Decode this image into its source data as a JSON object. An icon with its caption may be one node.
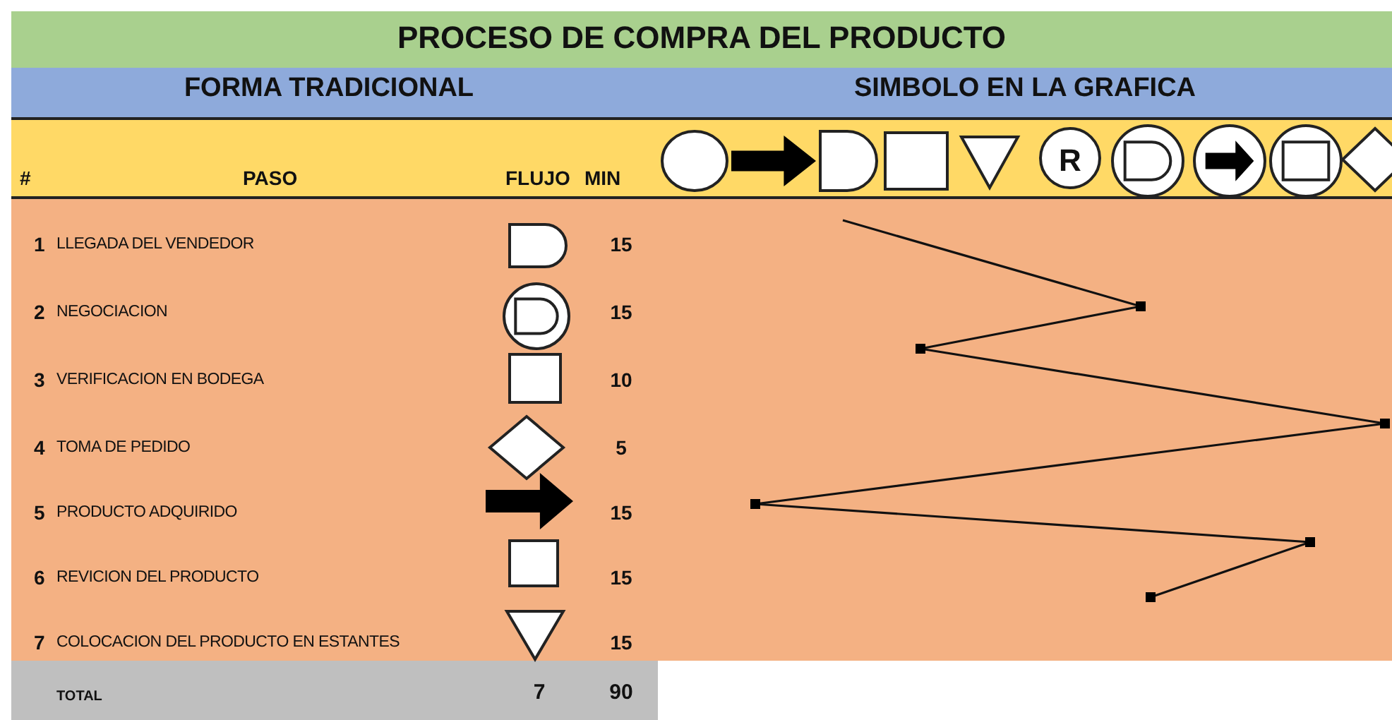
{
  "diagram": {
    "title": "PROCESO DE COMPRA DEL PRODUCTO",
    "labels": [
      "FORMA TRADICIONAL",
      "SIMBOLO EN LA GRAFICA",
      "#",
      "PASO",
      "FLUJO",
      "MIN",
      "R",
      "1",
      "LLEGADA DEL VENDEDOR",
      "15",
      "2",
      "NEGOCIACION",
      "15",
      "3",
      "VERIFICACION EN BODEGA",
      "10",
      "4",
      "TOMA DE PEDIDO",
      "5",
      "5",
      "PRODUCTO ADQUIRIDO",
      "15",
      "6",
      "REVICION DEL PRODUCTO",
      "15",
      "7",
      "COLOCACION DEL PRODUCTO EN ESTANTES",
      "15",
      "TOTAL",
      "7",
      "90"
    ]
  }
}
